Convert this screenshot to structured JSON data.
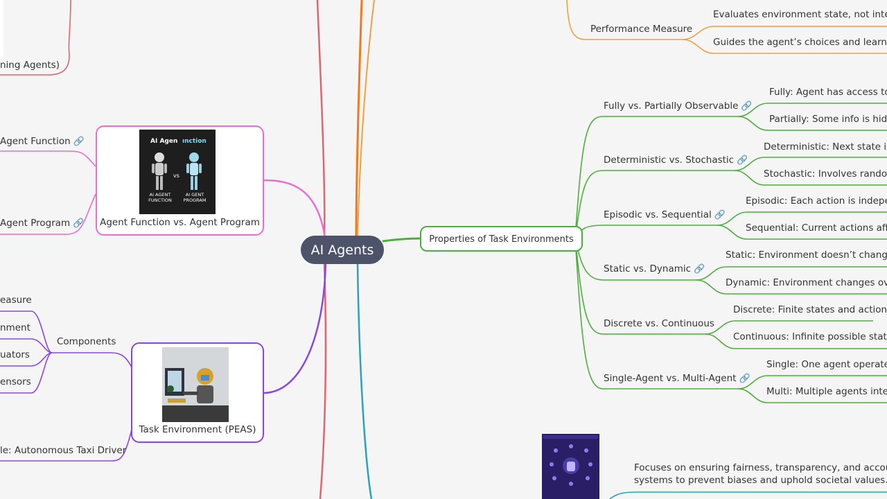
{
  "root": {
    "label": "AI Agents"
  },
  "cards": {
    "agent_function": {
      "label": "Agent Function vs. Agent Program",
      "image_text": {
        "left": "AI Agen",
        "right": "ınction",
        "vs": "vs",
        "cap1": "AI AGENT\nFUNCTION",
        "cap2": "AI GENT\nPROGRAM"
      }
    },
    "peas": {
      "label": "Task Environment (PEAS)"
    }
  },
  "left": {
    "learning": "ning Agents)",
    "agent_function": "Agent Function",
    "agent_program": "Agent Program",
    "components": "Components",
    "comp_items": [
      "easure",
      "nment",
      "uators",
      "ensors"
    ],
    "example": "le: Autonomous Taxi Driver"
  },
  "right": {
    "performance": {
      "label": "Performance Measure",
      "items": [
        "Evaluates environment state, not internal s",
        "Guides the agent’s choices and learning"
      ]
    },
    "properties": {
      "label": "Properties of Task Environments",
      "groups": [
        {
          "label": "Fully vs. Partially Observable",
          "link": true,
          "items": [
            "Fully: Agent has access to the",
            "Partially: Some info is hidden"
          ]
        },
        {
          "label": "Deterministic vs. Stochastic",
          "link": true,
          "items": [
            "Deterministic: Next state is pre",
            "Stochastic: Involves randomne"
          ]
        },
        {
          "label": "Episodic vs. Sequential",
          "link": true,
          "items": [
            "Episodic: Each action is independe",
            "Sequential: Current actions affect"
          ]
        },
        {
          "label": "Static vs. Dynamic",
          "link": true,
          "items": [
            "Static: Environment doesn’t change d",
            "Dynamic: Environment changes over ti"
          ]
        },
        {
          "label": "Discrete vs. Continuous",
          "link": false,
          "items": [
            "Discrete: Finite states and actions",
            "Continuous: Infinite possible states/a"
          ]
        },
        {
          "label": "Single-Agent vs. Multi-Agent",
          "link": true,
          "items": [
            "Single: One agent operates al",
            "Multi: Multiple agents interac"
          ]
        }
      ]
    },
    "ethics": {
      "text_line1": "Focuses on ensuring fairness, transparency, and accountabilit",
      "text_line2": "systems to prevent biases and uphold societal values."
    }
  },
  "colors": {
    "green": "#4caf3c",
    "orange": "#f08a24",
    "pink": "#e86fcf",
    "purple": "#8c46e0",
    "red": "#e0646e",
    "teal": "#2aa3b8",
    "root": "#4d5369"
  }
}
